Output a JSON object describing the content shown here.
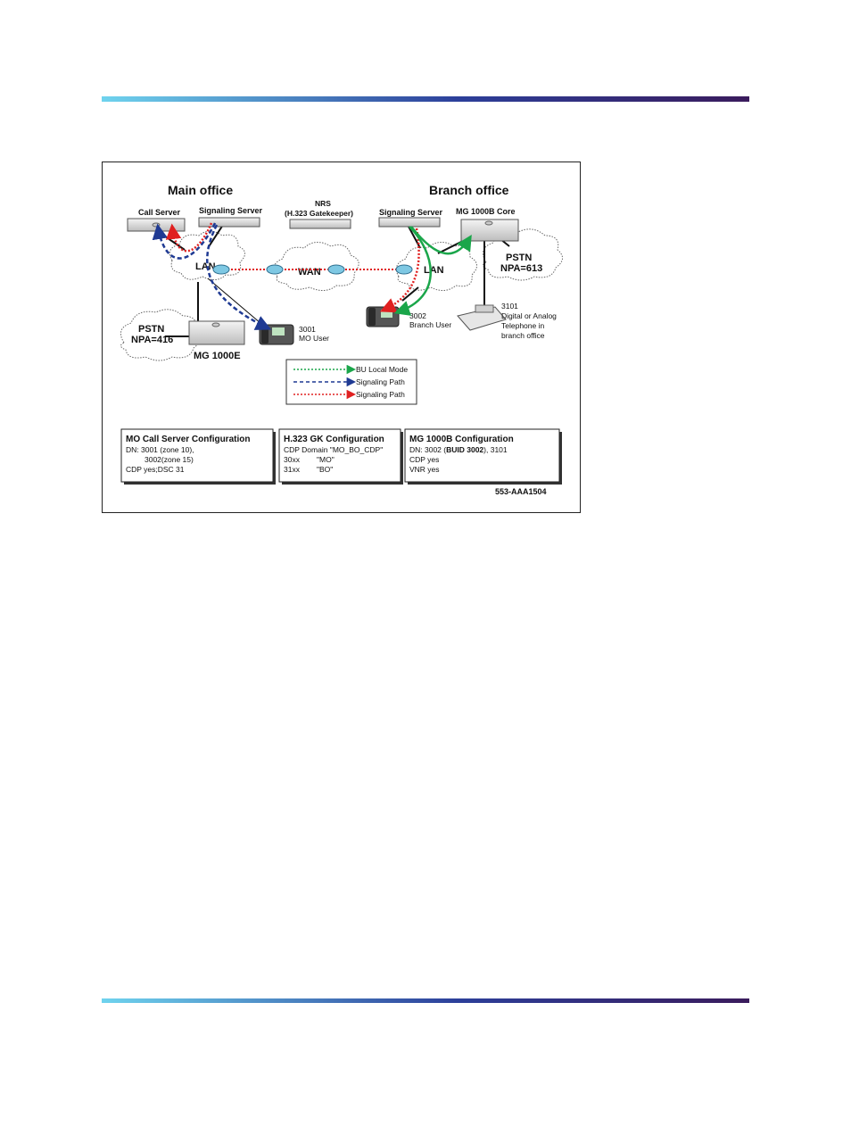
{
  "header": {
    "rule_colors": [
      "#6fd3ee",
      "#2c3f9a",
      "#3a1b5c"
    ]
  },
  "footer": {
    "rule_colors": [
      "#6fd3ee",
      "#2c3f9a",
      "#3a1b5c"
    ]
  },
  "diagram": {
    "main_office": {
      "title": "Main office",
      "call_server": "Call Server",
      "signaling_server": "Signaling Server",
      "lan": "LAN",
      "pstn": [
        "PSTN",
        "NPA=416"
      ],
      "mg1000e": "MG 1000E",
      "phone": [
        "3001",
        "MO User"
      ]
    },
    "nrs": [
      "NRS",
      "(H.323 Gatekeeper)"
    ],
    "wan": "WAN",
    "branch_office": {
      "title": "Branch office",
      "signaling_server": "Signaling Server",
      "core": "MG 1000B Core",
      "lan": "LAN",
      "pstn": [
        "PSTN",
        "NPA=613"
      ],
      "branch_phone": [
        "3002",
        "Branch User"
      ],
      "analog_phone": [
        "3101",
        "Digital or Analog",
        "Telephone in",
        "branch office"
      ]
    },
    "legend": [
      {
        "label": "BU Local Mode",
        "color": "#1aa64a",
        "style": "dotted"
      },
      {
        "label": "Signaling Path",
        "color": "#1f3a93",
        "style": "dashed"
      },
      {
        "label": "Signaling Path",
        "color": "#e02020",
        "style": "dotted"
      }
    ],
    "config_boxes": [
      {
        "title": "MO Call Server Configuration",
        "lines": [
          "DN: 3001 (zone 10),",
          "3002(zone 15)",
          "CDP yes;DSC 31"
        ]
      },
      {
        "title": "H.323 GK Configuration",
        "lines": [
          "CDP Domain \"MO_BO_CDP\"",
          "30xx",
          "\"MO\"",
          "31xx",
          "\"BO\""
        ]
      },
      {
        "title": "MG 1000B Configuration",
        "lines": [
          "DN: 3002 (",
          "BUID 3002",
          "), 3101",
          "CDP yes",
          "VNR yes"
        ]
      }
    ],
    "figure_id": "553-AAA1504"
  }
}
